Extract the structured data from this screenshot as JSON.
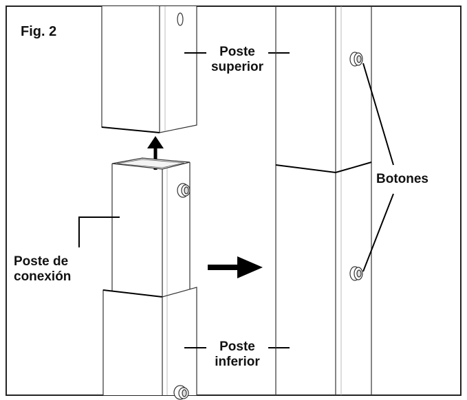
{
  "figure": {
    "title": "Fig. 2",
    "labels": {
      "top_post": [
        "Poste",
        "superior"
      ],
      "connector_post": [
        "Poste de",
        "conexión"
      ],
      "bottom_post": [
        "Poste",
        "inferior"
      ],
      "buttons": "Botones"
    },
    "icons": {
      "arrow_up": "arrow-up-icon",
      "arrow_right": "arrow-right-icon"
    }
  }
}
